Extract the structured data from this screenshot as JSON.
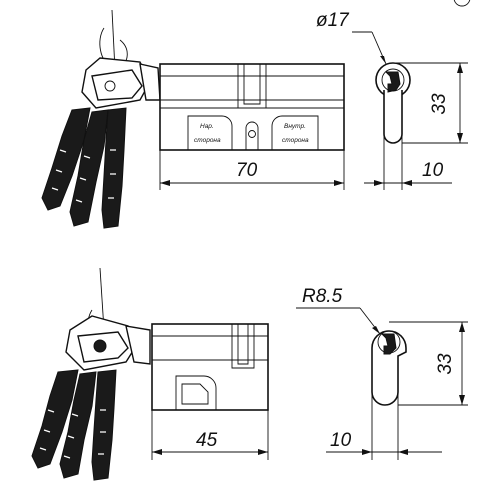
{
  "top_drawing": {
    "length_label": "70",
    "diameter_label": "ø17",
    "height_label": "33",
    "offset_label": "10",
    "left_side_text": [
      "Нар.",
      "сторона"
    ],
    "right_side_text": [
      "Внутр.",
      "сторона"
    ]
  },
  "bottom_drawing": {
    "length_label": "45",
    "radius_label": "R8.5",
    "height_label": "33",
    "offset_label": "10"
  },
  "colors": {
    "line": "#111111",
    "background": "#ffffff",
    "key_fill": "#1a1a1a"
  }
}
